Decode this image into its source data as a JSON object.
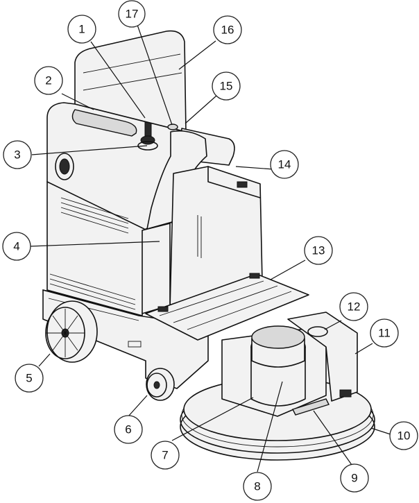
{
  "callouts": [
    {
      "label": "1"
    },
    {
      "label": "2"
    },
    {
      "label": "3"
    },
    {
      "label": "4"
    },
    {
      "label": "5"
    },
    {
      "label": "6"
    },
    {
      "label": "7"
    },
    {
      "label": "8"
    },
    {
      "label": "9"
    },
    {
      "label": "10"
    },
    {
      "label": "11"
    },
    {
      "label": "12"
    },
    {
      "label": "13"
    },
    {
      "label": "14"
    },
    {
      "label": "15"
    },
    {
      "label": "16"
    },
    {
      "label": "17"
    }
  ],
  "colors": {
    "line": "#111111",
    "background": "#ffffff",
    "panel": "#f2f2f2"
  }
}
